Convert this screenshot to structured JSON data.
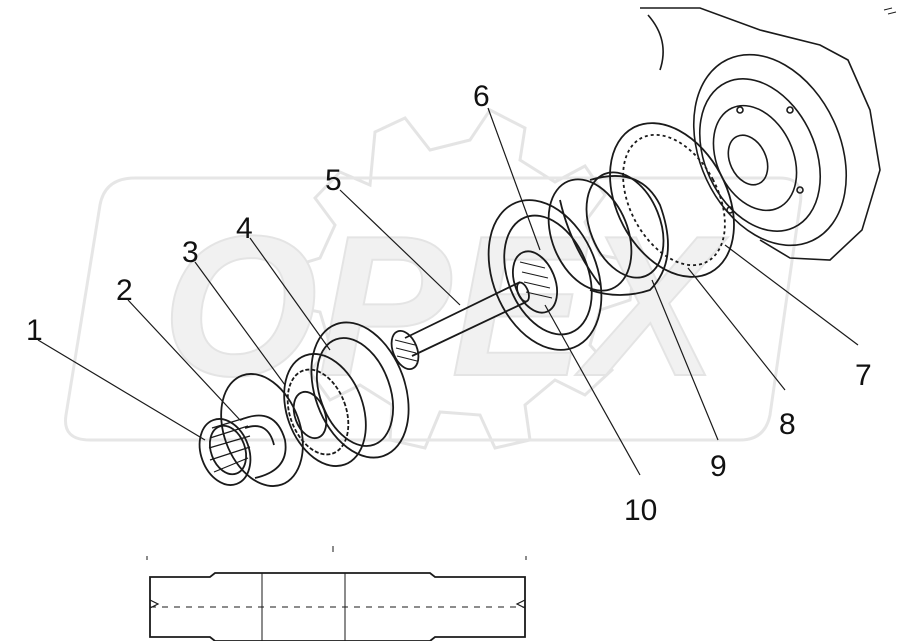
{
  "callouts": [
    "1",
    "2",
    "3",
    "4",
    "5",
    "6",
    "7",
    "8",
    "9",
    "10"
  ],
  "watermark": "OPEX",
  "colors": {
    "line": "#1a1a1a",
    "watermark": "#c8c8c8",
    "background": "#ffffff"
  }
}
